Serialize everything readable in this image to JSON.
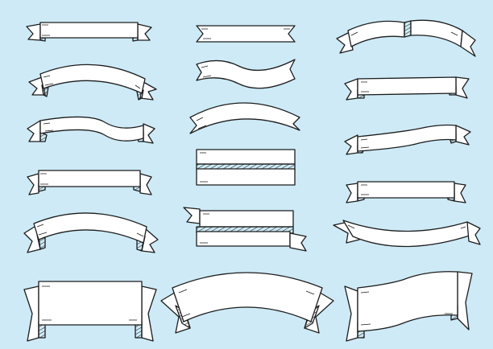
{
  "background_color": "#cdeaf6",
  "ink_color": "#1c1c1c",
  "banner_fill": "#ffffff",
  "banners": [
    {
      "kind": "straight-ribbon-small"
    },
    {
      "kind": "arched-ribbon-small"
    },
    {
      "kind": "wavy-ribbon-small"
    },
    {
      "kind": "straight-ribbon-notched"
    },
    {
      "kind": "arched-ribbon-folded"
    },
    {
      "kind": "straight-ribbon-thin"
    },
    {
      "kind": "wavy-ribbon-thin"
    },
    {
      "kind": "arched-ribbon-thin"
    },
    {
      "kind": "double-strip"
    },
    {
      "kind": "double-strip-offset"
    },
    {
      "kind": "split-arch-ribbon"
    },
    {
      "kind": "straight-ribbon-right"
    },
    {
      "kind": "wavy-ribbon-right"
    },
    {
      "kind": "straight-ribbon-right-small"
    },
    {
      "kind": "downward-arch-ribbon"
    },
    {
      "kind": "large-straight-banner"
    },
    {
      "kind": "large-arched-banner"
    },
    {
      "kind": "large-wavy-banner"
    }
  ]
}
